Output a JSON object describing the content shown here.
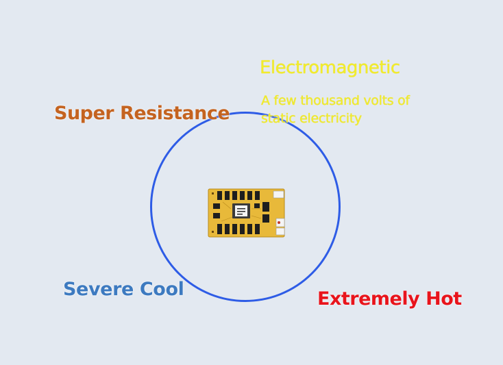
{
  "labels": {
    "super_resistance": "Super Resistance",
    "electromagnetic": "Electromagnetic",
    "static_line1": "A few thousand volts of",
    "static_line2": "static electricity",
    "severe_cool": "Severe Cool",
    "extremely_hot": "Extremely Hot"
  },
  "colors": {
    "background": "#e3e9f1",
    "circle": "#2e5ce6",
    "super_resistance": "#c46320",
    "electromagnetic": "#f2ed2a",
    "severe_cool": "#3d7ac0",
    "extremely_hot": "#e8141c",
    "board": "#e8b93a"
  },
  "center_image": {
    "icon": "led-receiving-card-icon"
  }
}
